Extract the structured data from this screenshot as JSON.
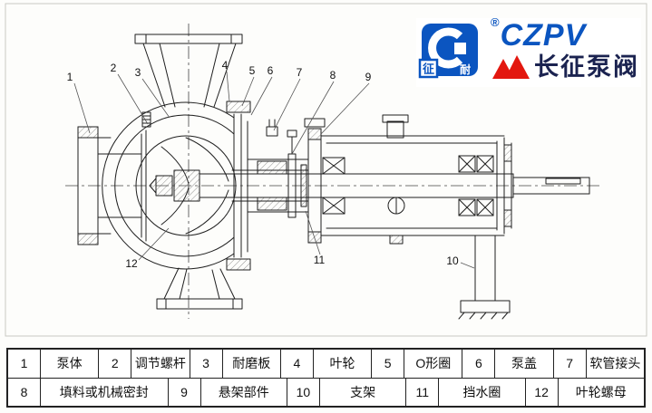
{
  "logo": {
    "brand": "CZPV",
    "registered": "®",
    "chinese_name": "长征泵阀",
    "seal_left": "征",
    "seal_right": "耐",
    "colors": {
      "blue": "#0b55c0",
      "red": "#e3170f",
      "dark": "#1b2350"
    }
  },
  "diagram": {
    "description": "pump-cross-section",
    "callouts": [
      "1",
      "2",
      "3",
      "4",
      "5",
      "6",
      "7",
      "8",
      "9",
      "10",
      "11",
      "12"
    ]
  },
  "table": {
    "row1": [
      {
        "no": "1",
        "name": "泵体"
      },
      {
        "no": "2",
        "name": "调节螺杆"
      },
      {
        "no": "3",
        "name": "耐磨板"
      },
      {
        "no": "4",
        "name": "叶轮"
      },
      {
        "no": "5",
        "name": "O形圈"
      },
      {
        "no": "6",
        "name": "泵盖"
      },
      {
        "no": "7",
        "name": "软管接头"
      }
    ],
    "row2": [
      {
        "no": "8",
        "name": "填料或机械密封"
      },
      {
        "no": "9",
        "name": "悬架部件"
      },
      {
        "no": "10",
        "name": "支架"
      },
      {
        "no": "11",
        "name": "挡水圈"
      },
      {
        "no": "12",
        "name": "叶轮螺母"
      }
    ]
  }
}
